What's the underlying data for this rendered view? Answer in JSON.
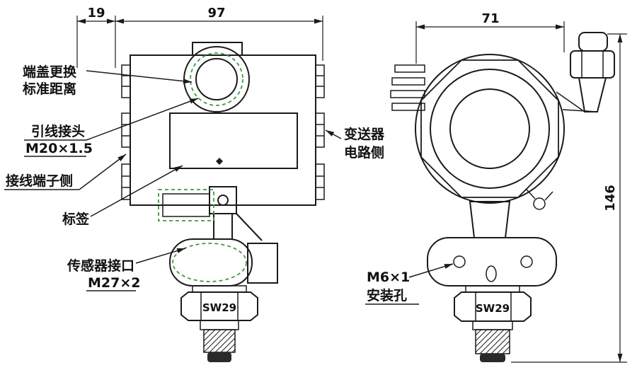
{
  "drawing": {
    "dimensions": {
      "cover_clearance": "19",
      "body_width": "97",
      "front_width": "71",
      "total_height": "146"
    },
    "labels": {
      "end_cover_l1": "端盖更换",
      "end_cover_l2": "标准距离",
      "lead_joint": "引线接头",
      "lead_joint_spec": "M20×1.5",
      "terminal_side": "接线端子侧",
      "tag": "标签",
      "sensor_port": "传感器接口",
      "sensor_port_spec": "M27×2",
      "circuit_side_l1": "变送器",
      "circuit_side_l2": "电路侧",
      "mount_spec": "M6×1",
      "mount_hole": "安装孔",
      "wrench_size_side": "SW29",
      "wrench_size_front": "SW29"
    },
    "colors": {
      "line": "#1a1a1a",
      "highlight_dash": "#3f9b3f"
    }
  }
}
